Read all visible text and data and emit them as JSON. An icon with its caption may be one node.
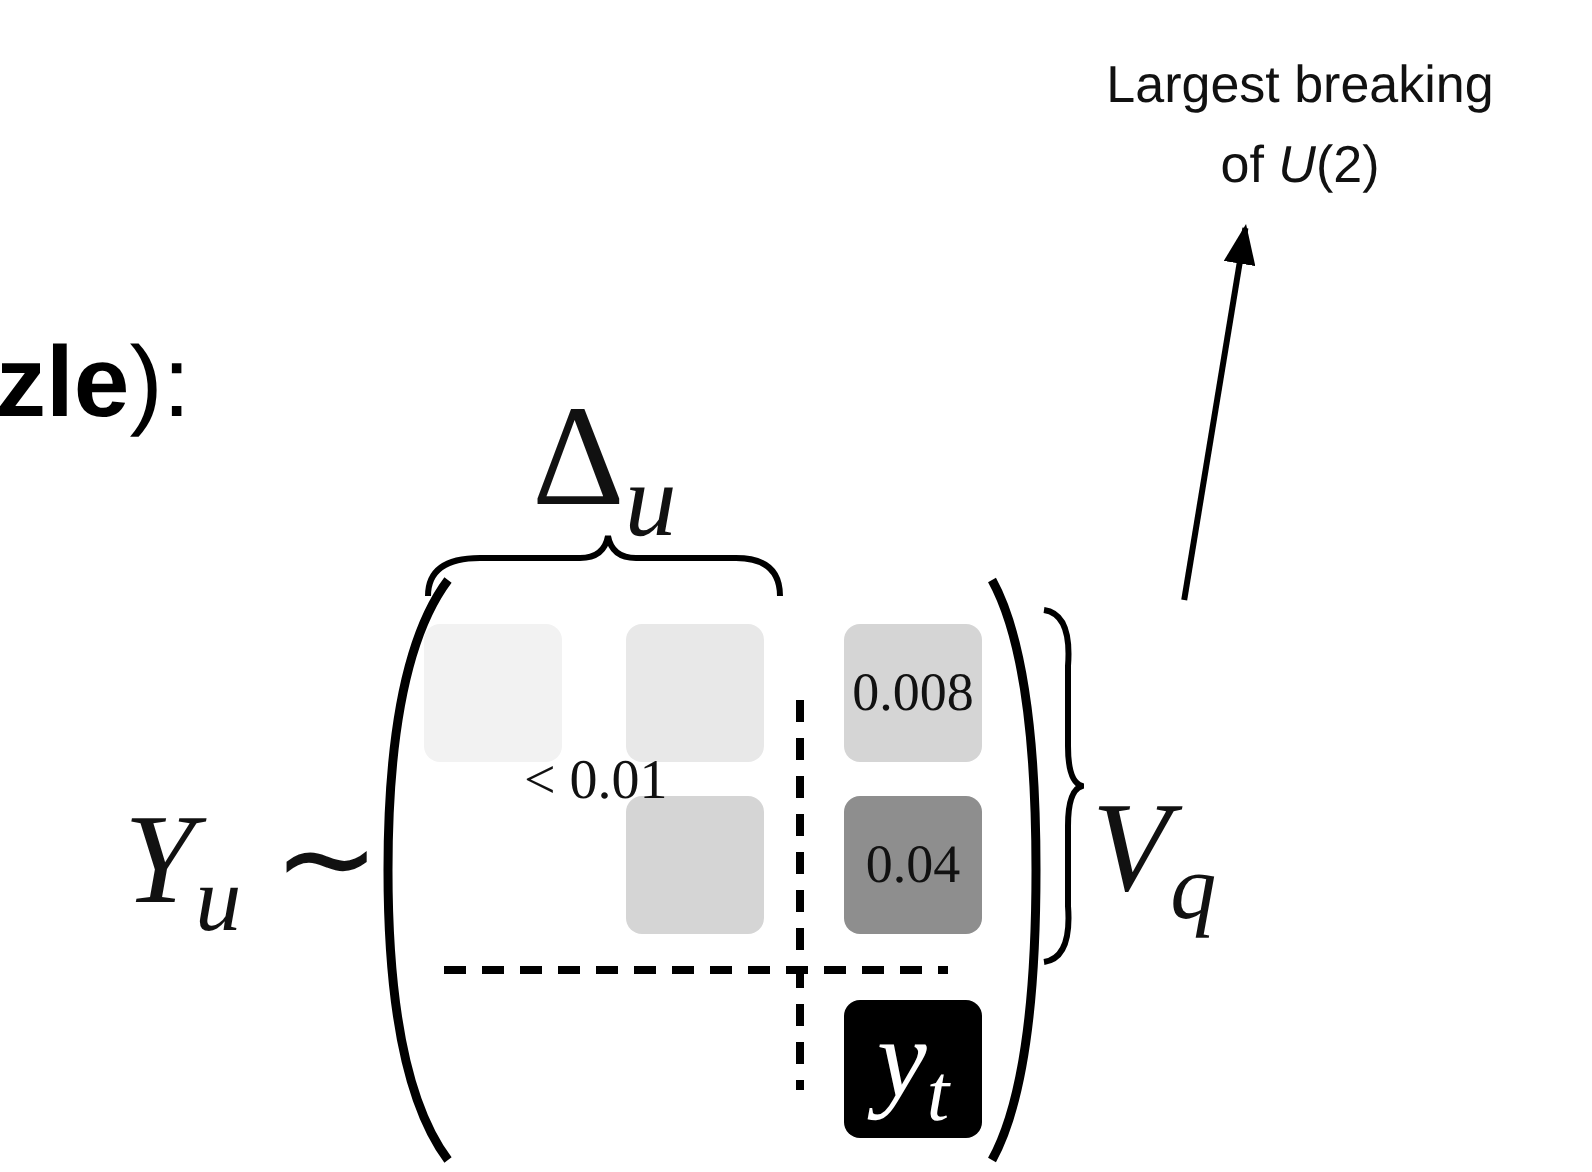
{
  "diagram": {
    "nodes": [
      {
        "text": [
          "Largest breaking of *U*(2)"
        ]
      },
      {
        "text": [
          "*V*$_{q}$"
        ]
      },
      {
        "text": [],
        "shape": "box"
      },
      {
        "text": [],
        "shape": "box"
      },
      {
        "text": [
          "0.008"
        ]
      },
      {
        "text": [],
        "shape": "box"
      },
      {
        "text": [
          "0.04"
        ]
      },
      {
        "text": [
          "*y*$_{t}$"
        ]
      }
    ],
    "edges": [
      {
        "from": 1,
        "to": 0,
        "arrow": "to"
      }
    ],
    "labels": [
      "**zle**):",
      "Δ$_{u}$",
      "*Y*$_{u}$ ∼",
      "< 0.01"
    ]
  }
}
